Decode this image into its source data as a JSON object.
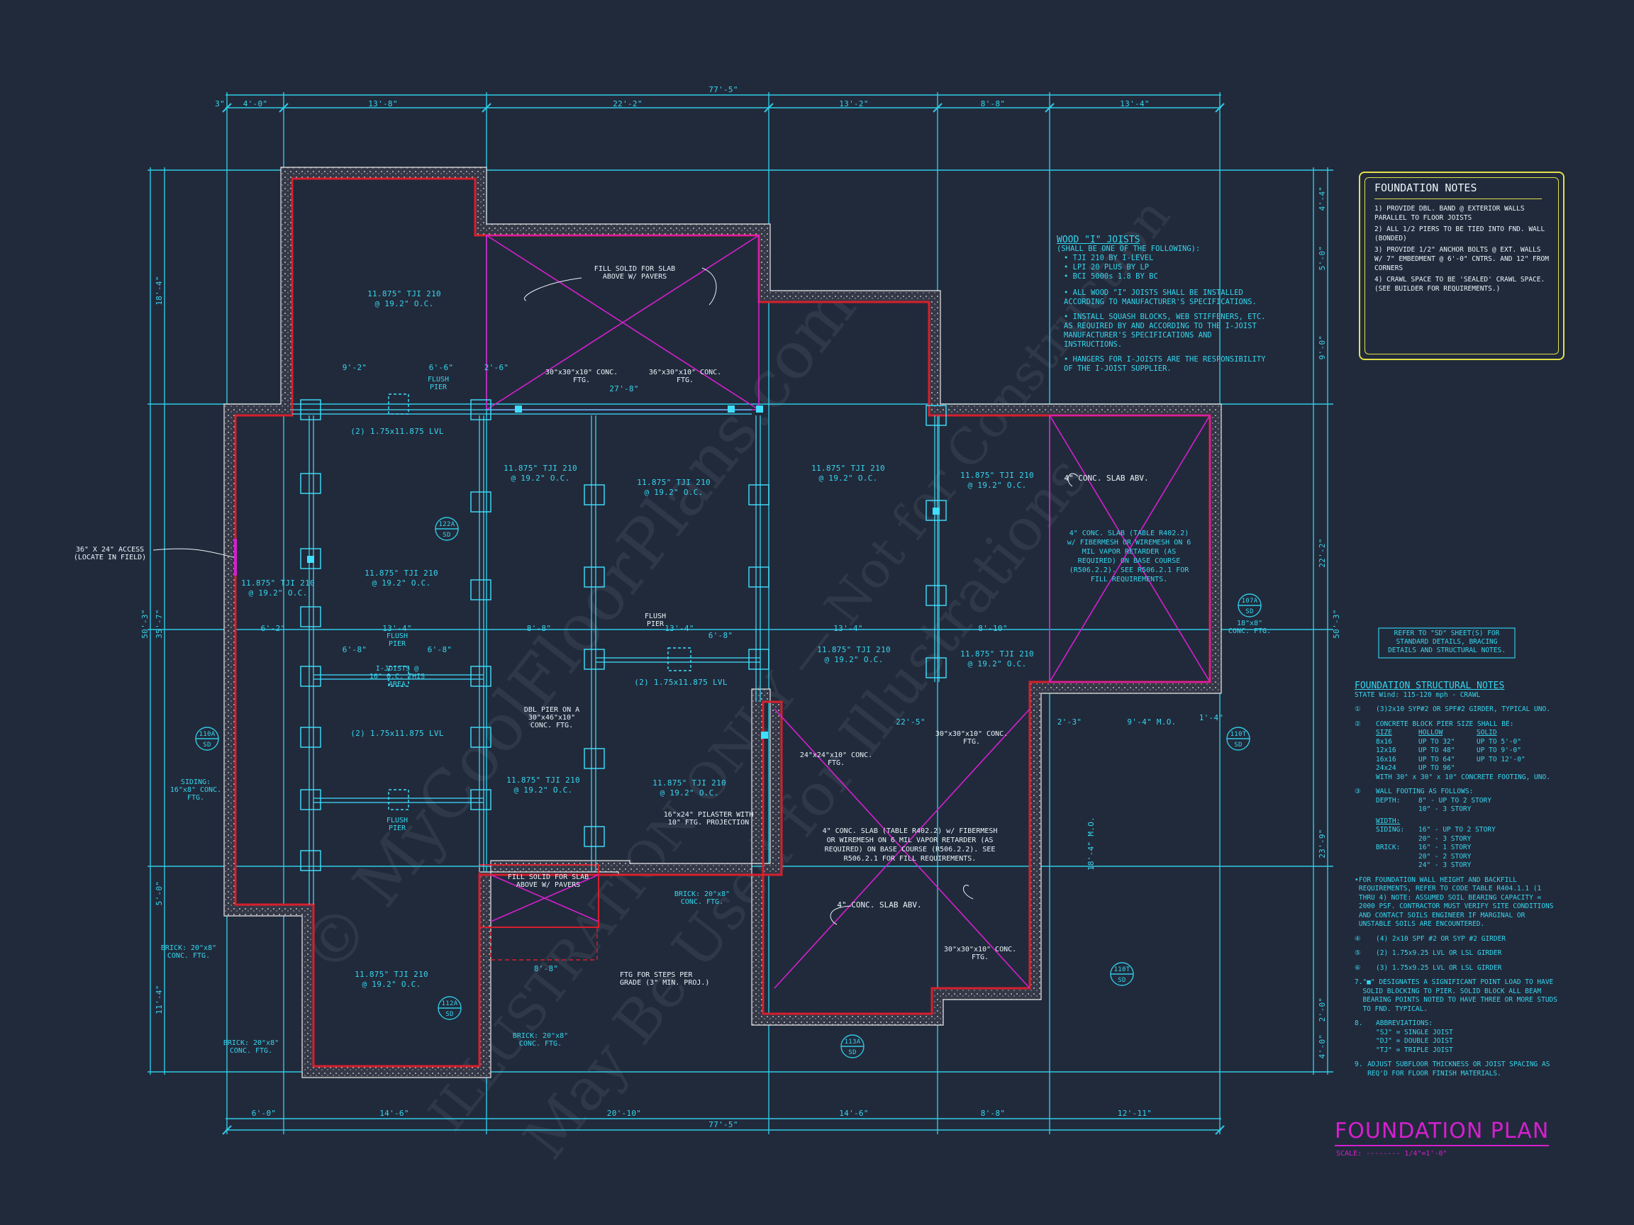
{
  "plan_title": "FOUNDATION PLAN",
  "scale_label": "SCALE: -------- 1/4\"=1'-0\"",
  "watermark_lines": [
    "© MyCoolFloorPlans.com",
    "ILLUSTRATION ONLY — Not for Construction",
    "May Be Used for Illustrations"
  ],
  "dimensions": {
    "overall_top": "77'-5\"",
    "overall_bottom": "77'-5\"",
    "top": [
      "3\"",
      "4'-0\"",
      "13'-8\"",
      "22'-2\"",
      "13'-2\"",
      "8'-8\"",
      "13'-4\""
    ],
    "bottom": [
      "6'-0\"",
      "14'-6\"",
      "20'-10\"",
      "14'-6\"",
      "8'-8\"",
      "12'-11\""
    ],
    "left": [
      "18'-4\"",
      "35'-7\"",
      "5'-0\"",
      "11'-4\"",
      "50'-3\""
    ],
    "right": [
      "4'-4\"",
      "5'-0\"",
      "9'-0\"",
      "22'-2\"",
      "50'-3\"",
      "23'-9\"",
      "2'-0\"",
      "4'-0\""
    ],
    "interior": [
      "9'-2\"",
      "6'-6\"",
      "2'-6\"",
      "27'-8\"",
      "13'-4\"",
      "6'-8\"",
      "6'-8\"",
      "6'-2\"",
      "8'-8\"",
      "13'-4\"",
      "6'-8\"",
      "13'-4\"",
      "8'-10\"",
      "22'-5\"",
      "2'-3\"",
      "9'-4\" M.O.",
      "1'-4\"",
      "18'-4\" M.O.",
      "8'-8\""
    ]
  },
  "callouts": {
    "fill_slab_top": "FILL SOLID FOR SLAB ABOVE W/ PAVERS",
    "fill_slab_bottom": "FILL SOLID FOR SLAB ABOVE W/ PAVERS",
    "ftg_30": "30\"x30\"x10\" CONC. FTG.",
    "ftg_36": "36\"x30\"x10\" CONC. FTG.",
    "flush_pier": "FLUSH PIER",
    "lvl_1": "(2) 1.75x11.875 LVL",
    "lvl_2": "(2) 1.75x11.875 LVL",
    "lvl_3": "(2) 1.75x11.875 LVL",
    "joist": "11.875\" TJI 210",
    "joist_oc": "@ 19.2\" O.C.",
    "ijoists_16": "I-JOISTS @ 16\" O.C. THIS AREA",
    "dbl_pier": "DBL PIER ON A 30\"x46\"x10\" CONC. FTG.",
    "pilaster": "16\"x24\" PILASTER WITH 10\" FTG. PROJECTION",
    "ftg_24": "24\"x24\"x10\" CONC. FTG.",
    "steps_ftg": "FTG FOR STEPS PER GRADE (3\" MIN. PROJ.)",
    "access": "36\" X 24\" ACCESS (LOCATE IN FIELD)",
    "siding_ftg": "SIDING: 16\"x8\" CONC. FTG.",
    "brick_ftg": "BRICK: 20\"x8\" CONC. FTG.",
    "conc_slab_abv": "4\" CONC. SLAB ABV.",
    "slab_right": "4\" CONC. SLAB (TABLE R402.2) w/ FIBERMESH OR WIREMESH ON 6 MIL VAPOR RETARDER (AS REQUIRED) ON BASE COURSE (R506.2.2). SEE R506.2.1 FOR FILL REQUIREMENTS.",
    "slab_garage": "4\" CONC. SLAB (TABLE R402.2) w/ FIBERMESH OR WIREMESH ON 6 MIL VAPOR RETARDER (AS REQUIRED) ON BASE COURSE (R506.2.2). SEE R506.2.1 FOR FILL REQUIREMENTS.",
    "footing_18": "18\"x8\" CONC. FTG.",
    "refer_sd": "REFER TO \"SD\" SHEET(S) FOR STANDARD DETAILS, BRACING DETAILS AND STRUCTURAL NOTES."
  },
  "tags": [
    "122A",
    "SD",
    "110A",
    "SD",
    "112A",
    "SD",
    "113A",
    "SD",
    "107A",
    "SD",
    "110T",
    "SD",
    "110T",
    "SD"
  ],
  "wood_joists": {
    "heading": "WOOD \"I\" JOISTS",
    "sub": "(SHALL BE ONE OF THE FOLLOWING):",
    "items": [
      "TJI 210 BY I-LEVEL",
      "LPI 20 PLUS BY LP",
      "BCI 5000s 1.8 BY BC"
    ],
    "notes": [
      "ALL WOOD \"I\" JOISTS SHALL BE INSTALLED ACCORDING TO MANUFACTURER'S SPECIFICATIONS.",
      "INSTALL SQUASH BLOCKS, WEB STIFFENERS, ETC. AS REQUIRED BY AND ACCORDING TO THE I-JOIST MANUFACTURER'S SPECIFICATIONS AND INSTRUCTIONS.",
      "HANGERS FOR I-JOISTS ARE THE RESPONSIBILITY OF THE I-JOIST SUPPLIER."
    ]
  },
  "foundation_notes": {
    "heading": "FOUNDATION NOTES",
    "items": [
      "1) PROVIDE DBL. BAND @ EXTERIOR WALLS PARALLEL TO FLOOR JOISTS",
      "2) ALL 1/2 PIERS TO BE TIED INTO FND. WALL (BONDED)",
      "3) PROVIDE 1/2\" ANCHOR BOLTS @ EXT. WALLS W/ 7\" EMBEDMENT @ 6'-0\" CNTRS. AND 12\" FROM CORNERS",
      "4) CRAWL SPACE TO BE 'SEALED' CRAWL SPACE. (SEE BUILDER FOR REQUIREMENTS.)"
    ]
  },
  "structural_notes": {
    "heading": "FOUNDATION STRUCTURAL NOTES",
    "state": "STATE Wind: 115-120 mph - CRAWL",
    "n1": "(3)2x10 SYP#2 OR SPF#2 GIRDER, TYPICAL UNO.",
    "n2": "CONCRETE BLOCK PIER SIZE SHALL BE:",
    "pier_head": [
      "SIZE",
      "HOLLOW",
      "SOLID"
    ],
    "pier_rows": [
      [
        "8x16",
        "UP TO 32\"",
        "UP TO 5'-0\""
      ],
      [
        "12x16",
        "UP TO 48\"",
        "UP TO 9'-0\""
      ],
      [
        "16x16",
        "UP TO 64\"",
        "UP TO 12'-0\""
      ],
      [
        "24x24",
        "UP TO 96\"",
        ""
      ]
    ],
    "pier_ftg": "WITH 30\" x 30\" x 10\" CONCRETE FOOTING, UNO.",
    "n3": "WALL FOOTING AS FOLLOWS:",
    "depth": [
      "DEPTH:",
      "8\" - UP TO 2 STORY",
      "10\" - 3 STORY"
    ],
    "width_label": "WIDTH:",
    "siding": [
      "SIDING:",
      "16\" - UP TO 2 STORY",
      "20\" - 3 STORY"
    ],
    "brick": [
      "BRICK:",
      "16\" - 1 STORY",
      "20\" - 2 STORY",
      "24\" - 3 STORY"
    ],
    "bullet": "FOR FOUNDATION WALL HEIGHT AND BACKFILL REQUIREMENTS, REFER TO CODE TABLE R404.1.1 (1 THRU 4) NOTE: ASSUMED SOIL BEARING CAPACITY = 2000 PSF. CONTRACTOR MUST VERIFY SITE CONDITIONS AND CONTACT SOILS ENGINEER IF MARGINAL OR UNSTABLE SOILS ARE ENCOUNTERED.",
    "n4": "(4) 2x10 SPF #2 OR SYP #2 GIRDER",
    "n5": "(2) 1.75x9.25 LVL OR LSL GIRDER",
    "n6": "(3) 1.75x9.25 LVL OR LSL GIRDER",
    "n7": "\"■\" DESIGNATES A SIGNIFICANT POINT LOAD TO HAVE SOLID BLOCKING TO PIER. SOLID BLOCK ALL BEAM BEARING POINTS NOTED TO HAVE THREE OR MORE STUDS TO FND. TYPICAL.",
    "n8": "ABBREVIATIONS:",
    "abbr": [
      "\"SJ\" = SINGLE JOIST",
      "\"DJ\" = DOUBLE JOIST",
      "\"TJ\" = TRIPLE JOIST"
    ],
    "n9": "ADJUST SUBFLOOR THICKNESS OR JOIST SPACING AS REQ'D FOR FLOOR FINISH MATERIALS."
  },
  "colors": {
    "background": "#212a3b",
    "line": "#2fc9e4",
    "wall": "#d81f2c",
    "accent": "#d61fcf",
    "note_box": "#e3e04a"
  }
}
